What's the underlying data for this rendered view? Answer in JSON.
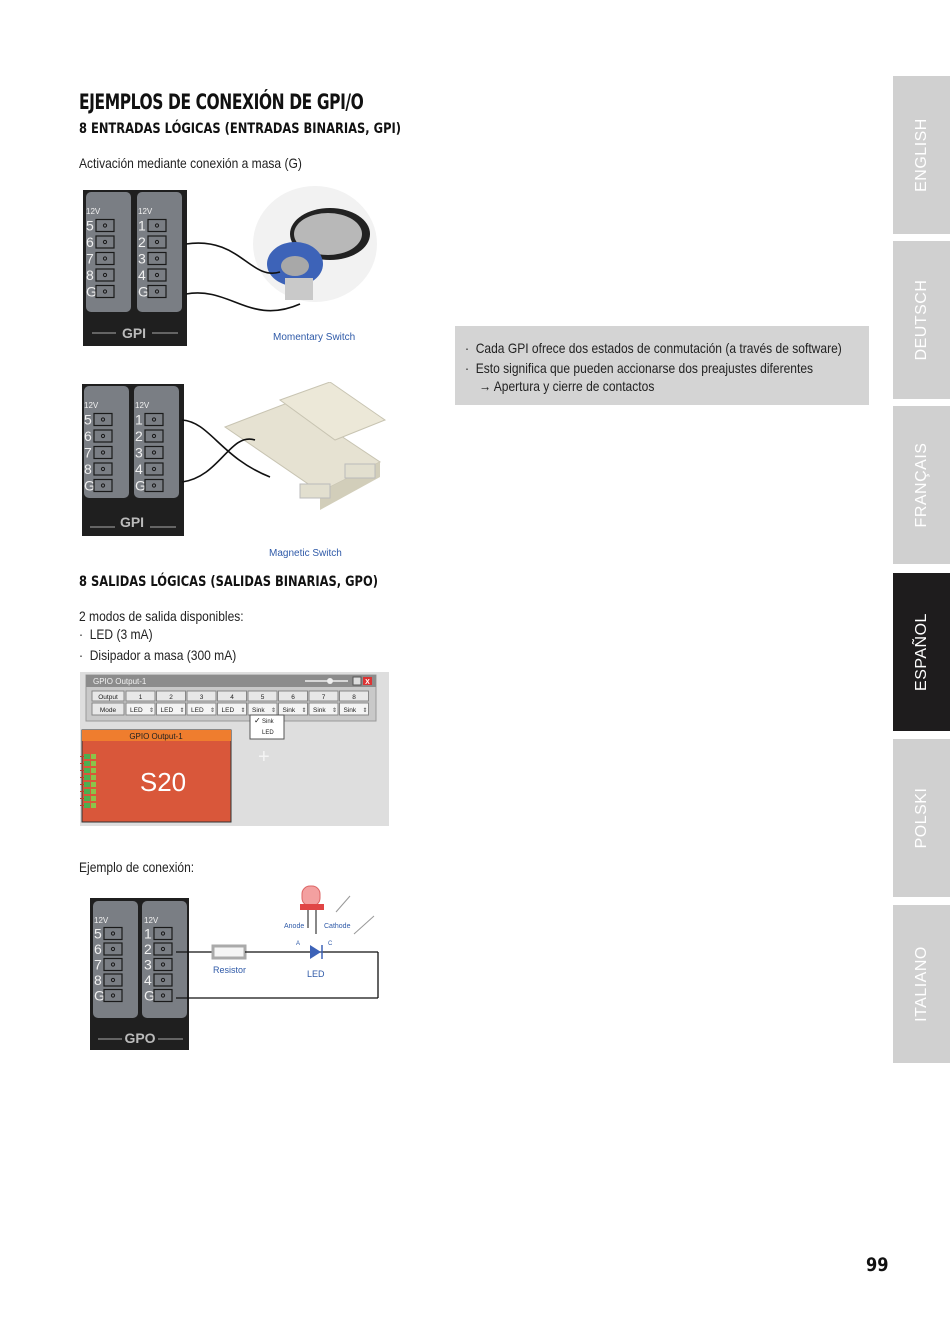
{
  "title": "EJEMPLOS DE CONEXIÓN DE GPI/O",
  "gpi_section": {
    "heading": "8 ENTRADAS LÓGICAS (ENTRADAS BINARIAS, GPI)",
    "activation_text": "Activación mediante conexión a masa (G)",
    "terminal_label": "GPI",
    "left_pins": [
      "12V",
      "5",
      "6",
      "7",
      "8",
      "G"
    ],
    "right_pins": [
      "12V",
      "1",
      "2",
      "3",
      "4",
      "G"
    ],
    "figure1_caption": "Momentary Switch",
    "figure2_caption": "Magnetic Switch"
  },
  "info_box": {
    "bullet1": "Cada GPI ofrece dos estados de conmutación (a través de software)",
    "bullet2": "Esto significa que pueden accionarse dos preajustes diferentes",
    "bullet2_sub": "Apertura y cierre de contactos",
    "arrow_glyph": "→"
  },
  "gpo_section": {
    "heading": "8 SALIDAS LÓGICAS (SALIDAS BINARIAS, GPO)",
    "modes_intro": "2 modos de salida disponibles:",
    "mode1": "LED (3 mA)",
    "mode2": "Disipador a masa (300 mA)",
    "terminal_label": "GPO",
    "example_label": "Ejemplo de conexión:"
  },
  "gpio_window": {
    "window_title": "GPIO Output-1",
    "row_output_label": "Output",
    "row_mode_label": "Mode",
    "columns": [
      "1",
      "2",
      "3",
      "4",
      "5",
      "6",
      "7",
      "8"
    ],
    "modes": [
      "LED",
      "LED",
      "LED",
      "LED",
      "Sink",
      "Sink",
      "Sink",
      "Sink"
    ],
    "dropdown_options": [
      "Sink",
      "LED"
    ],
    "dropdown_selected": "Sink",
    "close_glyph": "X",
    "block_title": "GPIO Output-1",
    "block_label": "S20",
    "block_pin_count": 8
  },
  "led_diagram": {
    "anode_label": "Anode",
    "cathode_label": "Cathode",
    "a_label": "A",
    "c_label": "C",
    "resistor_label": "Resistor",
    "led_label": "LED"
  },
  "language_tabs": [
    {
      "label": "ENGLISH",
      "active": false
    },
    {
      "label": "DEUTSCH",
      "active": false
    },
    {
      "label": "FRANÇAIS",
      "active": false
    },
    {
      "label": "ESPAÑOL",
      "active": true
    },
    {
      "label": "POLSKI",
      "active": false
    },
    {
      "label": "ITALIANO",
      "active": false
    }
  ],
  "page_number": "99",
  "colors": {
    "tab_inactive": "#d0d0d0",
    "tab_active": "#1e1c1d",
    "info_box": "#d4d4d4",
    "caption_blue": "#2f5aa8",
    "block_orange": "#d9573a"
  }
}
